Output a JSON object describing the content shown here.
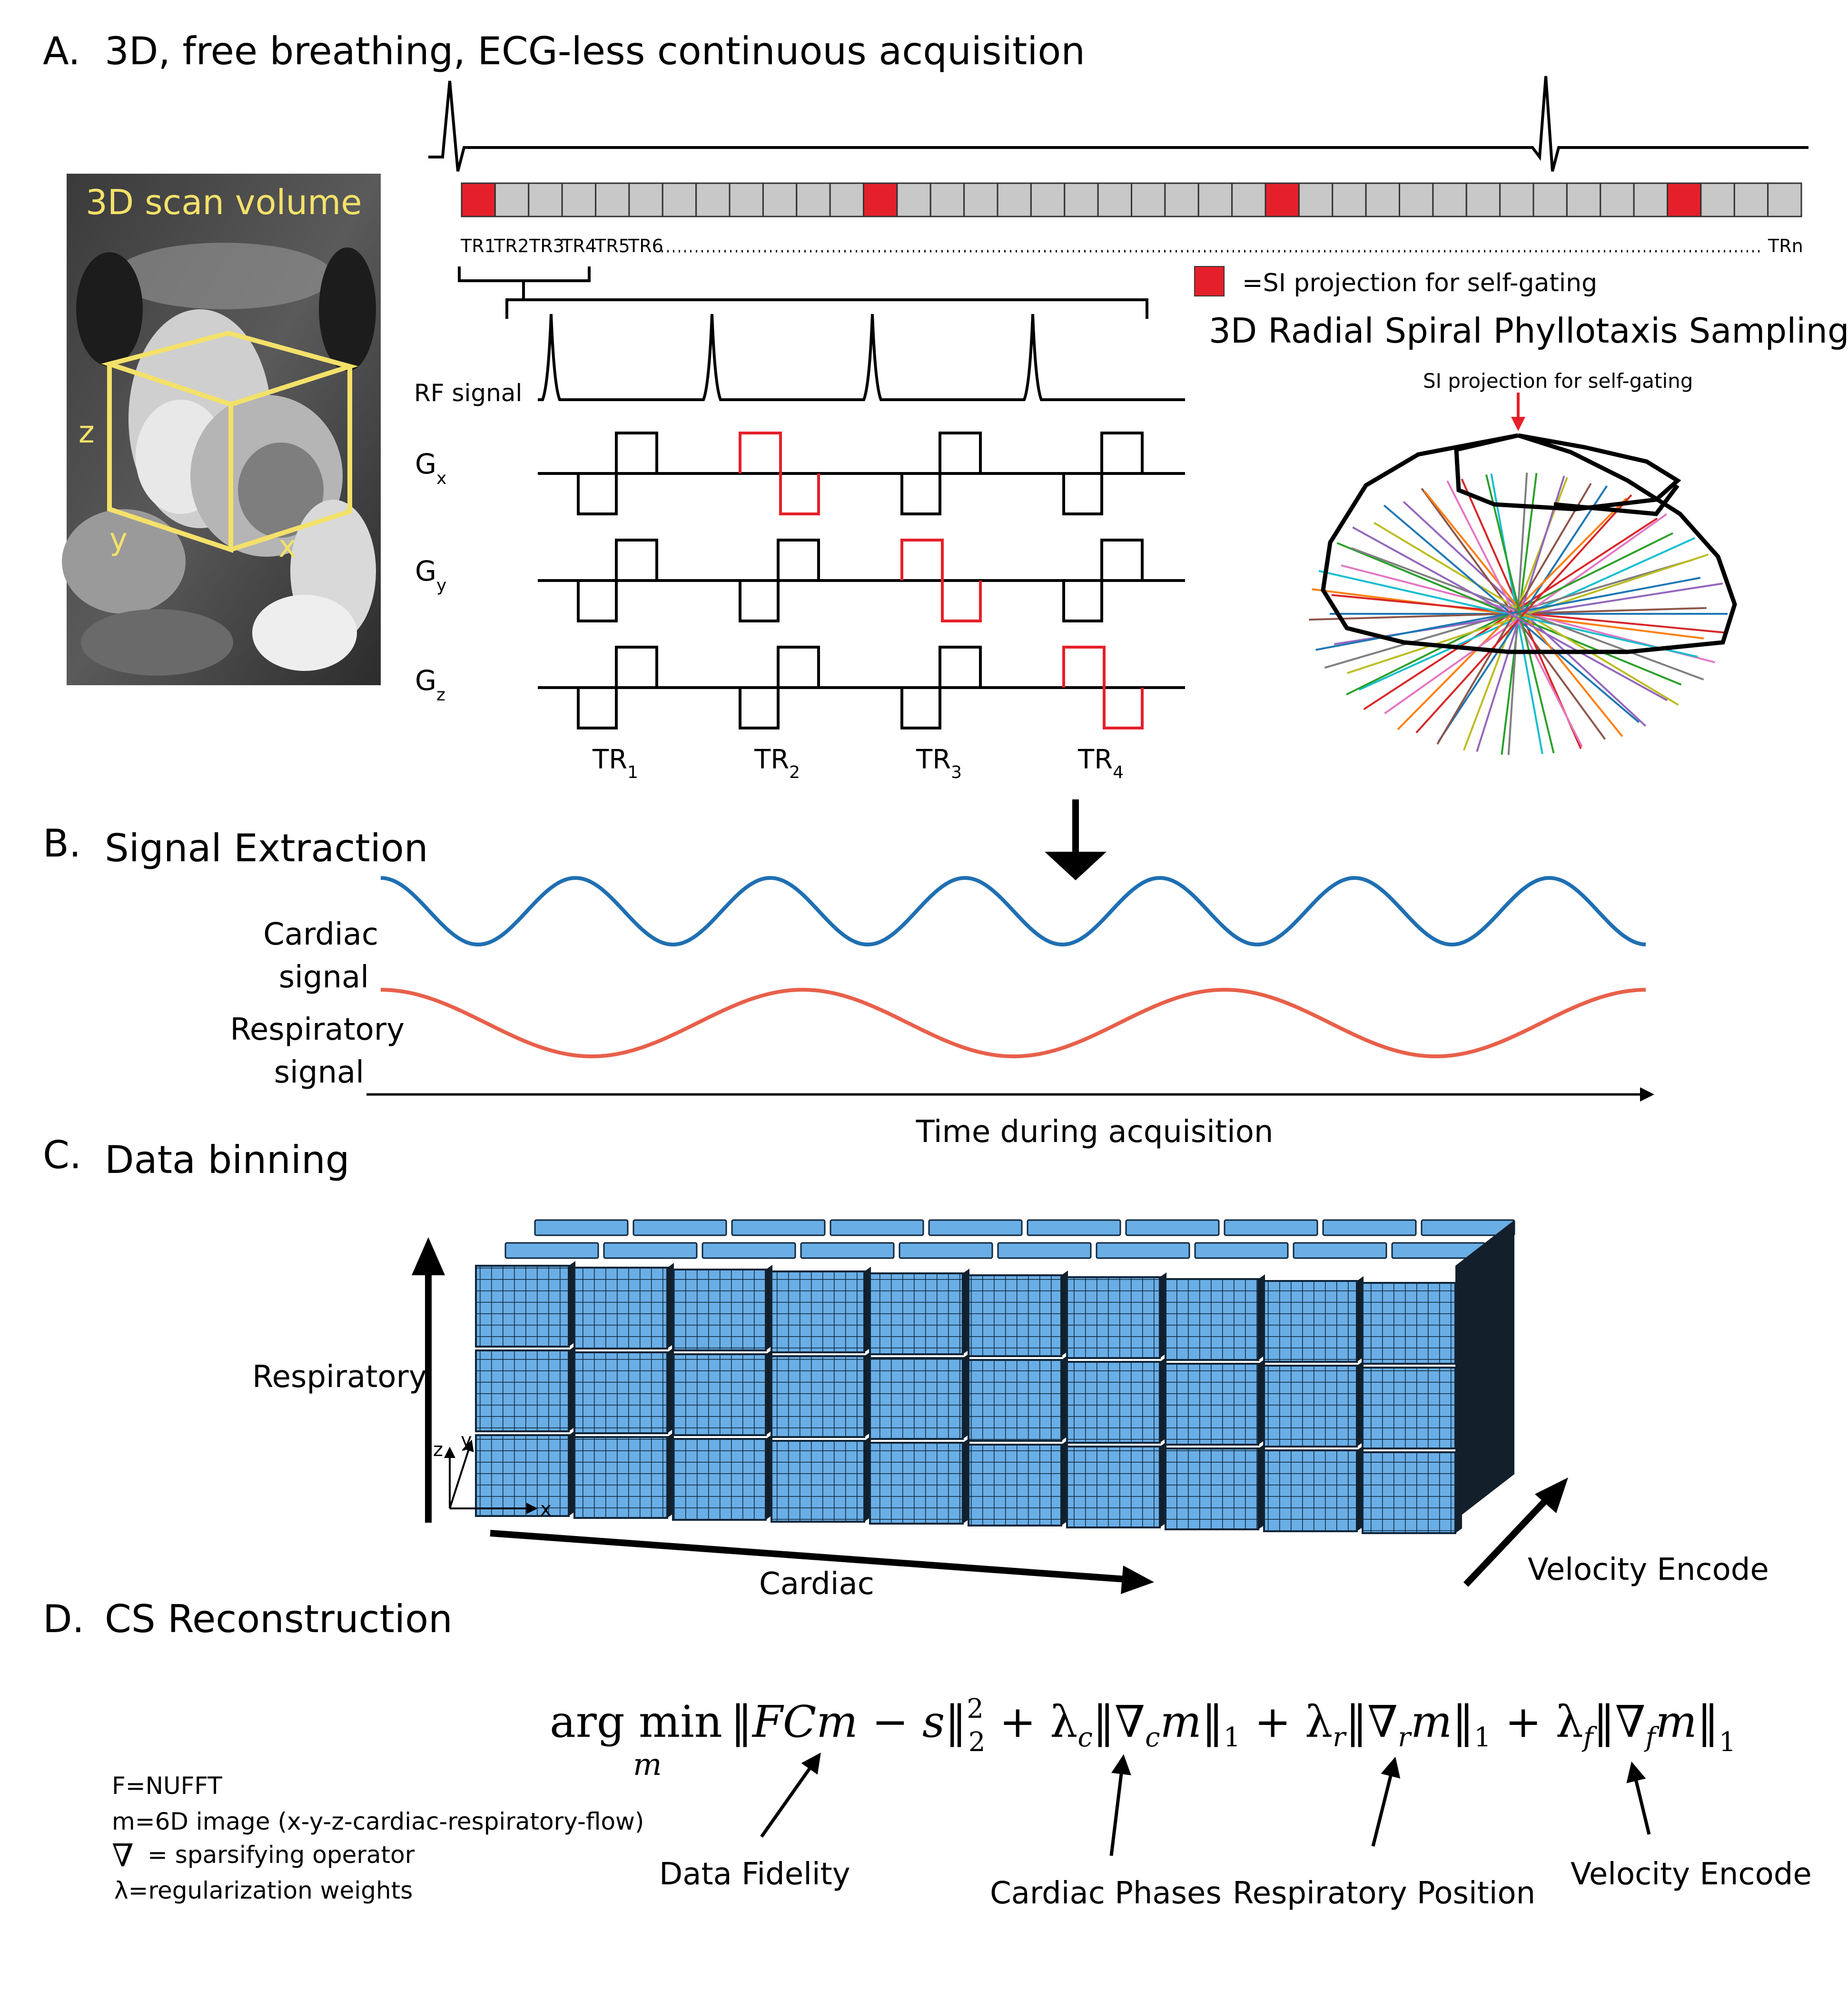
{
  "sectionA": {
    "heading": "A.",
    "title": "3D, free breathing, ECG-less continuous acquisition",
    "scan_label": "3D scan volume",
    "axis_z": "z",
    "axis_y": "y",
    "axis_x": "x",
    "tr_seq": [
      "TR1",
      "TR2",
      "TR3",
      "TR4",
      "TR5",
      "TR6"
    ],
    "tr_n": "TRn",
    "legend": "=SI projection for self-gating",
    "sampling_title": "3D Radial Spiral Phyllotaxis Sampling",
    "si_label": "SI projection for self-gating",
    "rf_label": "RF signal",
    "gx": "G",
    "gx_sub": "x",
    "gy": "G",
    "gy_sub": "y",
    "gz": "G",
    "gz_sub": "z",
    "tr_labels": [
      "TR",
      "TR",
      "TR",
      "TR"
    ],
    "tr_subs": [
      "1",
      "2",
      "3",
      "4"
    ]
  },
  "sectionB": {
    "heading": "B.",
    "title": "Signal Extraction",
    "cardiac_1": "Cardiac",
    "cardiac_2": "signal",
    "resp_1": "Respiratory",
    "resp_2": "signal",
    "time_label": "Time during acquisition",
    "cardiac_color": "#1f6fb2",
    "resp_color": "#e8604a"
  },
  "sectionC": {
    "heading": "C.",
    "title": "Data binning",
    "resp_axis": "Respiratory",
    "cardiac_axis": "Cardiac",
    "velocity_axis": "Velocity Encode",
    "mini_z": "z",
    "mini_y": "y",
    "mini_x": "x",
    "cube_color": "#6aaee6"
  },
  "sectionD": {
    "heading": "D.",
    "title": "CS Reconstruction",
    "def_f": "F=NUFFT",
    "def_m": "m=6D image (x-y-z-cardiac-respiratory-flow)",
    "def_grad": "= sparsifying operator",
    "def_lambda": "λ=regularization weights",
    "eq_argmin": "arg min",
    "eq_sub": "m",
    "ann_fidelity": "Data Fidelity",
    "ann_cardiac": "Cardiac Phases",
    "ann_resp": "Respiratory Position",
    "ann_velocity": "Velocity Encode"
  },
  "colors": {
    "accent_red": "#e5202a",
    "yellow": "#f3e16a",
    "gray_cell": "#c8c8c8"
  }
}
